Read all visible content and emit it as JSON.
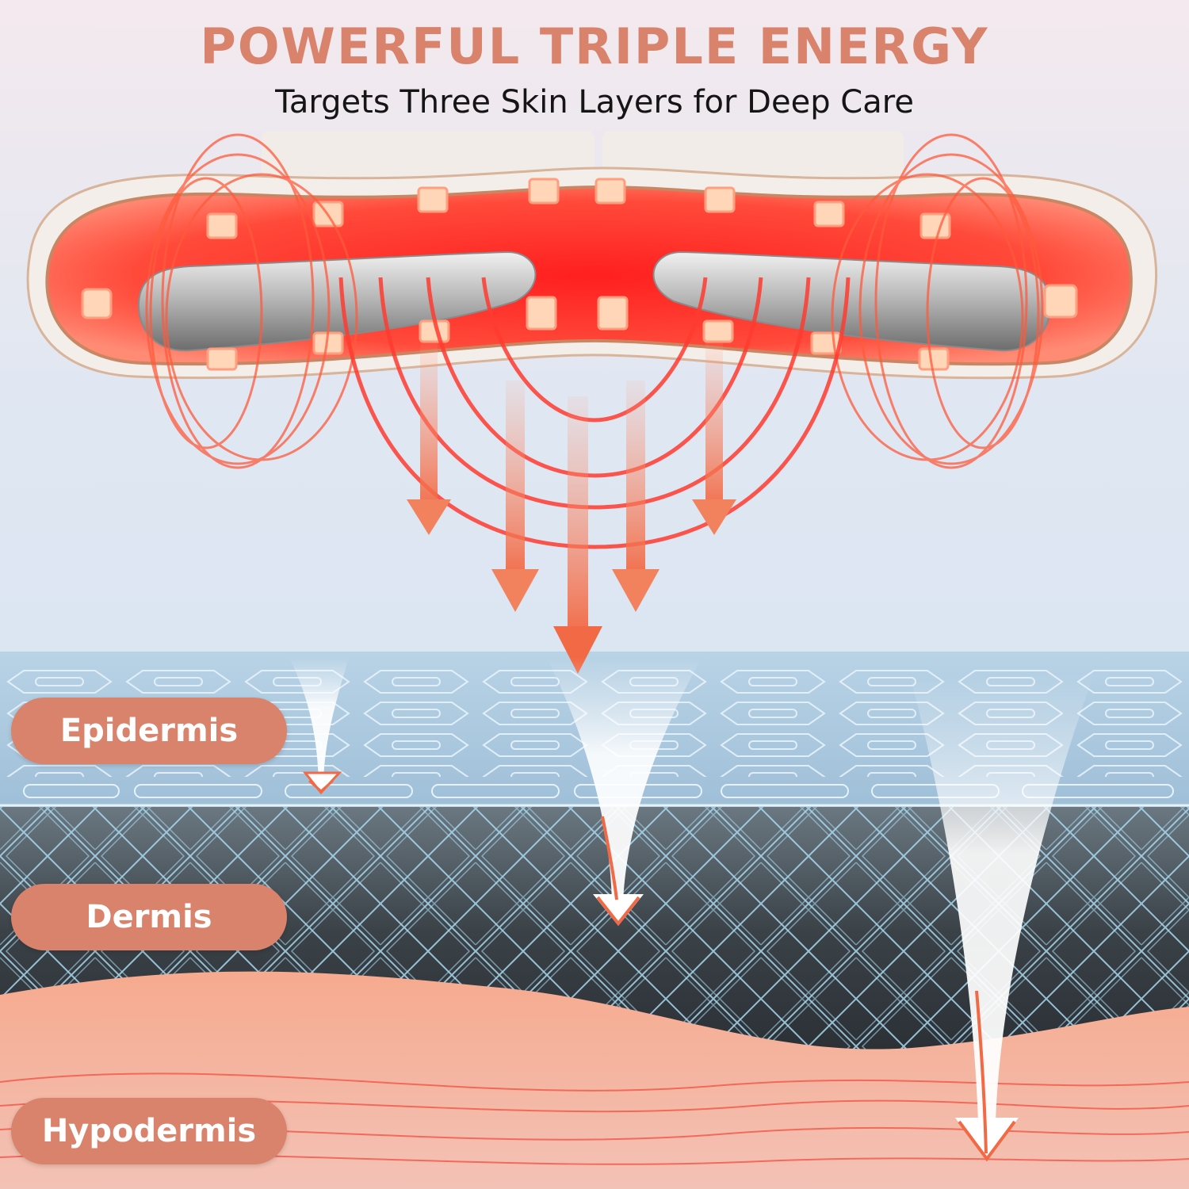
{
  "header": {
    "title": "POWERFUL TRIPLE ENERGY",
    "subtitle": "Targets Three Skin Layers for Deep Care"
  },
  "layers": [
    {
      "label": "Epidermis"
    },
    {
      "label": "Dermis"
    },
    {
      "label": "Hypodermis"
    }
  ],
  "colors": {
    "accent": "#d9826c",
    "red_light": "#ff3b30",
    "arrow": "#f26a45",
    "dermis_dark": "#2c3136",
    "fiber": "#a9d8f0",
    "hypodermis": "#f4a68c",
    "background": "#dfe8f3"
  },
  "icons": [
    "led-device",
    "energy-wave",
    "down-arrow"
  ]
}
